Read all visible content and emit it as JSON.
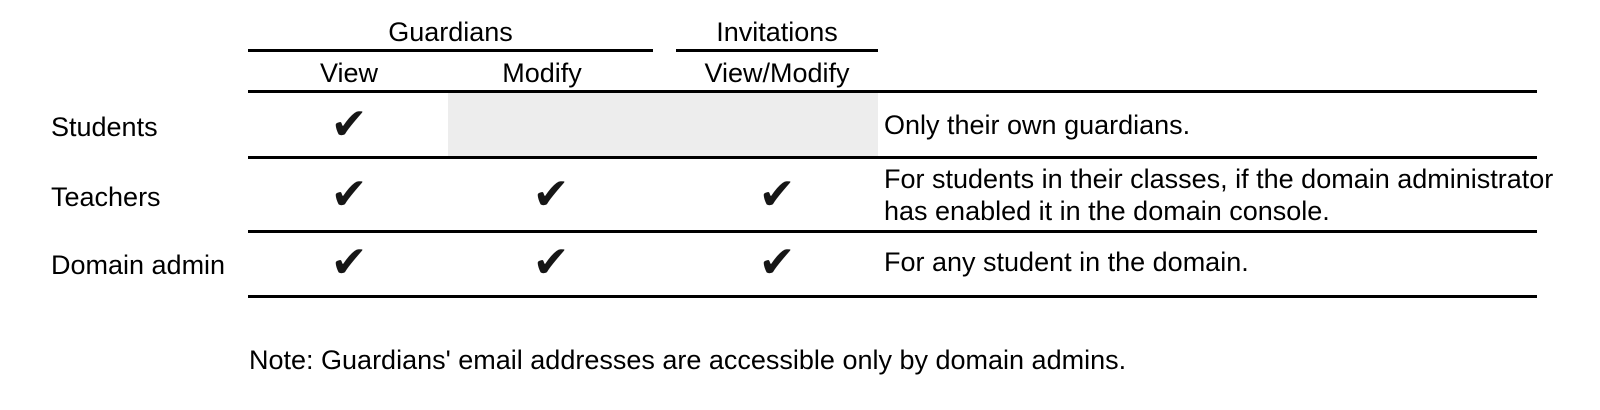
{
  "colors": {
    "background": "#ffffff",
    "grid_line": "#000000",
    "text": "#000000",
    "check": "#161616",
    "shaded_cell": "#ededed"
  },
  "table": {
    "column_groups": [
      {
        "label": "Guardians",
        "columns": [
          "View",
          "Modify"
        ]
      },
      {
        "label": "Invitations",
        "columns": [
          "View/Modify"
        ]
      }
    ],
    "rows": [
      {
        "label": "Students",
        "checks": {
          "view": "✔",
          "modify": "",
          "view_modify": ""
        },
        "note_lines": [
          "Only their own guardians."
        ]
      },
      {
        "label": "Teachers",
        "checks": {
          "view": "✔",
          "modify": "✔",
          "view_modify": "✔"
        },
        "note_lines": [
          "For students in their classes, if the domain administrator",
          "has enabled it in the domain console."
        ]
      },
      {
        "label": "Domain admin",
        "checks": {
          "view": "✔",
          "modify": "✔",
          "view_modify": "✔"
        },
        "note_lines": [
          "For any student in the domain."
        ]
      }
    ]
  },
  "footnote": "Note: Guardians' email addresses are accessible only by domain admins."
}
